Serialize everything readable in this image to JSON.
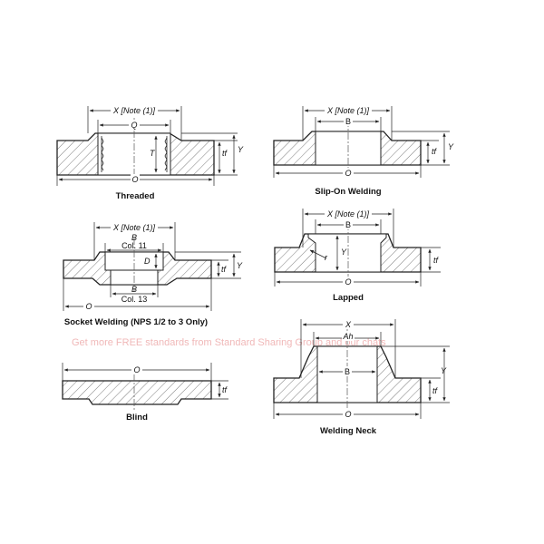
{
  "diagram": {
    "threaded": {
      "caption": "Threaded",
      "x_label": "X [Note (1)]",
      "q_label": "Q",
      "t_label": "T",
      "tf_label": "tf",
      "y_label": "Y",
      "o_label": "O"
    },
    "slip_on": {
      "caption": "Slip-On Welding",
      "x_label": "X [Note (1)]",
      "b_label": "B",
      "tf_label": "tf",
      "y_label": "Y",
      "o_label": "O"
    },
    "socket": {
      "caption": "Socket Welding (NPS 1/2 to 3 Only)",
      "x_label": "X [Note (1)]",
      "b_top_label": "B",
      "col11_label": "Col. 11",
      "d_label": "D",
      "b_bottom_label": "B",
      "col13_label": "Col. 13",
      "tf_label": "tf",
      "y_label": "Y",
      "o_label": "O"
    },
    "lapped": {
      "caption": "Lapped",
      "x_label": "X [Note (1)]",
      "b_label": "B",
      "y_label": "Y",
      "r_label": "r",
      "tf_label": "tf",
      "o_label": "O"
    },
    "blind": {
      "caption": "Blind",
      "o_label": "O",
      "tf_label": "tf"
    },
    "welding_neck": {
      "caption": "Welding Neck",
      "x_label": "X",
      "ah_label": "Ah",
      "b_label": "B",
      "y_label": "Y",
      "tf_label": "tf",
      "o_label": "O"
    },
    "watermark": "Get more FREE standards from Standard Sharing Group and our chats"
  }
}
